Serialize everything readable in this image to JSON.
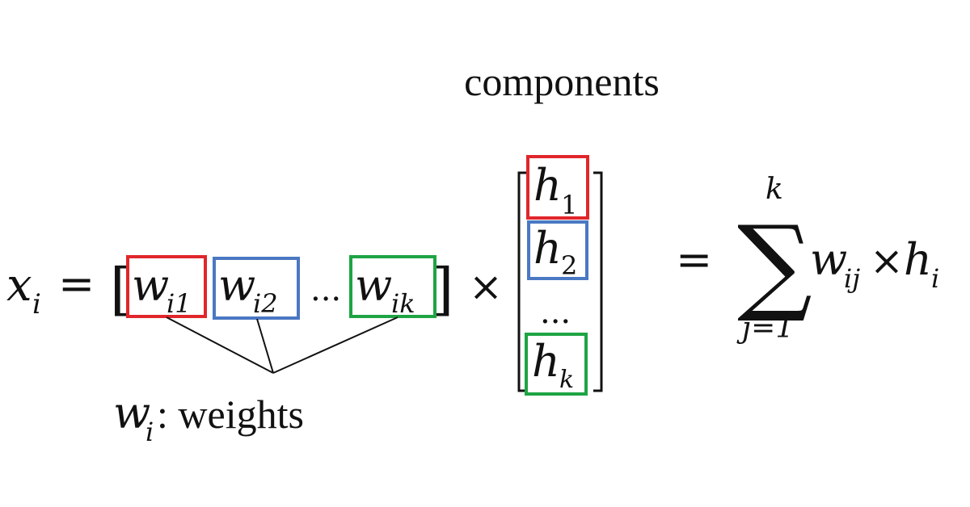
{
  "colors": {
    "red": "#e0262b",
    "blue": "#4a78c2",
    "green": "#1ea444",
    "ink": "#111111"
  },
  "labels": {
    "components": "components",
    "weights_var": "w",
    "weights_sub": "i",
    "weights_text": ": weights"
  },
  "lhs": {
    "var": "x",
    "sub": "i",
    "equals": "="
  },
  "row_vector": {
    "bracket_open": "[",
    "bracket_close": "]",
    "items": [
      {
        "var": "w",
        "sub": "i1",
        "color": "red"
      },
      {
        "var": "w",
        "sub": "i2",
        "color": "blue"
      },
      {
        "var": "w",
        "sub": "ik",
        "color": "green"
      }
    ],
    "ellipsis": "..."
  },
  "times": "×",
  "column_vector": {
    "items": [
      {
        "var": "h",
        "sub": "1",
        "color": "red"
      },
      {
        "var": "h",
        "sub": "2",
        "color": "blue"
      },
      {
        "var": "h",
        "sub": "k",
        "color": "green"
      }
    ],
    "ellipsis": "..."
  },
  "rhs": {
    "equals": "=",
    "sum_symbol": "∑",
    "upper": "k",
    "lower": "j=1",
    "term_w": "w",
    "term_w_sub": "ij",
    "times": "×",
    "term_h": "h",
    "term_h_sub": "i"
  }
}
